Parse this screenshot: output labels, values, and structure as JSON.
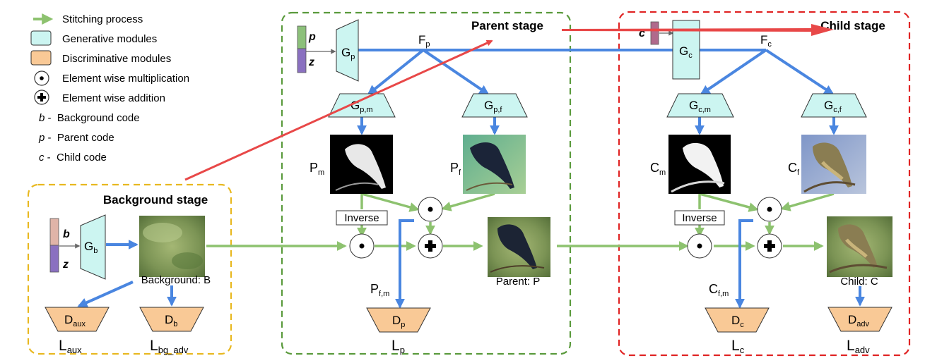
{
  "legend": {
    "stitching": "Stitching process",
    "generative": "Generative modules",
    "discriminative": "Discriminative modules",
    "multiplication": "Element wise multiplication",
    "addition": "Element wise addition",
    "codes": [
      {
        "symbol": "b",
        "text": " -  Background code"
      },
      {
        "symbol": "p",
        "text": " -  Parent code"
      },
      {
        "symbol": "c",
        "text": " -  Child code"
      }
    ]
  },
  "stages": {
    "background": "Background stage",
    "parent": "Parent stage",
    "child": "Child stage"
  },
  "codes": {
    "b": "b",
    "p": "p",
    "z": "z",
    "c": "c"
  },
  "generators": {
    "gb": {
      "main": "G",
      "sub": "b"
    },
    "gp": {
      "main": "G",
      "sub": "p"
    },
    "gc": {
      "main": "G",
      "sub": "c"
    },
    "gpm": {
      "main": "G",
      "sub": "p,m"
    },
    "gpf": {
      "main": "G",
      "sub": "p,f"
    },
    "gcm": {
      "main": "G",
      "sub": "c,m"
    },
    "gcf": {
      "main": "G",
      "sub": "c,f"
    }
  },
  "features": {
    "fp": {
      "main": "F",
      "sub": "p"
    },
    "fc": {
      "main": "F",
      "sub": "c"
    }
  },
  "masks": {
    "pm": {
      "main": "P",
      "sub": "m"
    },
    "pf": {
      "main": "P",
      "sub": "f"
    },
    "cm": {
      "main": "C",
      "sub": "m"
    },
    "cf": {
      "main": "C",
      "sub": "f"
    },
    "pfm": {
      "main": "P",
      "sub": "f,m"
    },
    "cfm": {
      "main": "C",
      "sub": "f,m"
    }
  },
  "inverse": "Inverse",
  "captions": {
    "background": "Background: B",
    "parent": "Parent: P",
    "child": "Child: C"
  },
  "discriminators": {
    "daux": {
      "main": "D",
      "sub": "aux"
    },
    "db": {
      "main": "D",
      "sub": "b"
    },
    "dp": {
      "main": "D",
      "sub": "p"
    },
    "dc": {
      "main": "D",
      "sub": "c"
    },
    "dadv": {
      "main": "D",
      "sub": "adv"
    }
  },
  "losses": {
    "laux": {
      "main": "L",
      "sub": "aux"
    },
    "lbg": {
      "main": "L",
      "sub": "bg_adv"
    },
    "lp": {
      "main": "L",
      "sub": "p"
    },
    "lc": {
      "main": "L",
      "sub": "c"
    },
    "ladv": {
      "main": "L",
      "sub": "adv"
    }
  },
  "colors": {
    "stitch_green": "#8dc26f",
    "flow_blue": "#4a86e0",
    "generative_fill": "#ccf5f1",
    "discriminative_fill": "#f9c996",
    "background_border": "#e8b820",
    "parent_border": "#5a9a3c",
    "child_border": "#e02424",
    "annotation_red": "#e84848",
    "code_b_top": "#e0b4a8",
    "code_p": "#8cc07a",
    "code_z": "#8a70c0",
    "code_c": "#b06a8c"
  }
}
